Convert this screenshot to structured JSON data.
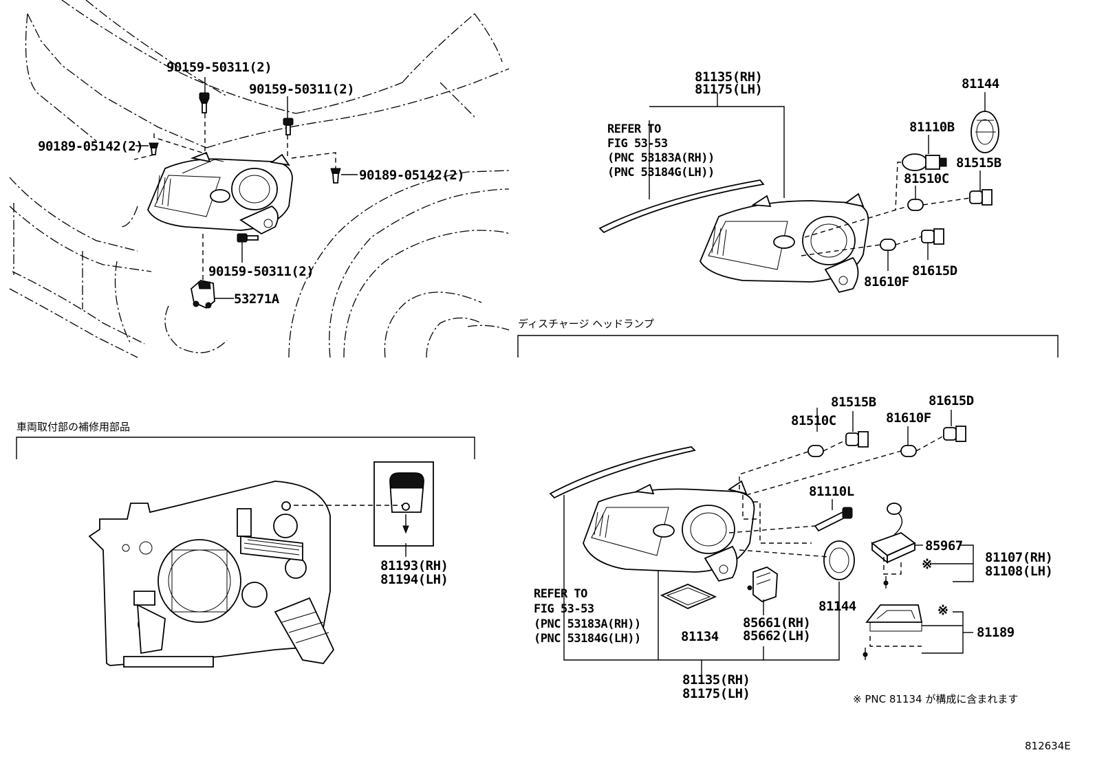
{
  "diagram": {
    "figure_code": "812634E",
    "section_titles": {
      "discharge_headlamp": "ディスチャージ ヘッドランプ",
      "repair_parts": "車両取付部の補修用部品"
    },
    "footnote": "※ PNC 81134 が構成に含まれます",
    "vehicle_view_labels": {
      "bolt_top_a": "90159-50311(2)",
      "bolt_top_b": "90159-50311(2)",
      "clip_left": "90189-05142(2)",
      "clip_right": "90189-05142(2)",
      "bolt_bottom": "90159-50311(2)",
      "bracket": "53271A"
    },
    "halogen_view_labels": {
      "assembly_rh": "81135(RH)",
      "assembly_lh": "81175(LH)",
      "refer_1": "REFER TO",
      "refer_2": "FIG 53-53",
      "refer_3": "(PNC 53183A(RH))",
      "refer_4": "(PNC 53184G(LH))",
      "cap": "81144",
      "bulb_head": "81110B",
      "socket_b": "81515B",
      "bulb_c": "81510C",
      "bulb_f": "81610F",
      "socket_d": "81615D"
    },
    "discharge_view_labels": {
      "socket_b": "81515B",
      "socket_d": "81615D",
      "bulb_c": "81510C",
      "bulb_f": "81610F",
      "bulb_l": "81110L",
      "ballast": "85967",
      "assy_rh": "81107(RH)",
      "assy_lh": "81108(LH)",
      "mark_ballast": "※",
      "cap": "81144",
      "gasket": "81134",
      "actuator_rh": "85661(RH)",
      "actuator_lh": "85662(LH)",
      "cover": "81189",
      "mark_cover": "※",
      "refer_1": "REFER TO",
      "refer_2": "FIG 53-53",
      "refer_3": "(PNC 53183A(RH))",
      "refer_4": "(PNC 53184G(LH))",
      "assembly_rh": "81135(RH)",
      "assembly_lh": "81175(LH)"
    },
    "repair_view_labels": {
      "tab_rh": "81193(RH)",
      "tab_lh": "81194(LH)"
    }
  }
}
